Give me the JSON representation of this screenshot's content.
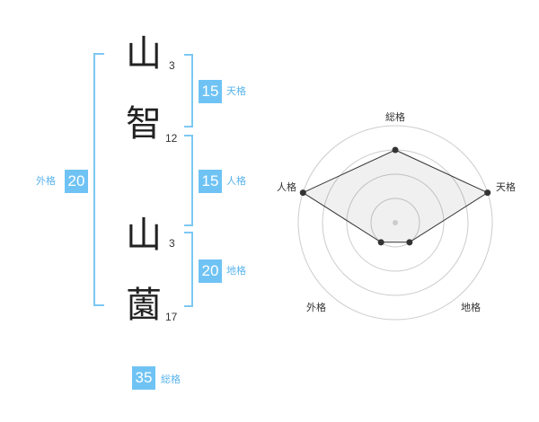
{
  "name": {
    "chars": [
      {
        "char": "山",
        "strokes": "3"
      },
      {
        "char": "智",
        "strokes": "12"
      },
      {
        "char": "山",
        "strokes": "3"
      },
      {
        "char": "薗",
        "strokes": "17"
      }
    ]
  },
  "fortunes": {
    "tenkaku": {
      "value": "15",
      "label": "天格"
    },
    "jinkaku": {
      "value": "15",
      "label": "人格"
    },
    "chikaku": {
      "value": "20",
      "label": "地格"
    },
    "gaikaku": {
      "value": "20",
      "label": "外格"
    },
    "soukaku": {
      "value": "35",
      "label": "総格"
    }
  },
  "colors": {
    "accent": "#6fc3f4",
    "accent_text": "#5ab4ec",
    "bracket": "#7cc8f2"
  },
  "chart_data": {
    "type": "radar",
    "axes": [
      "総格",
      "天格",
      "地格",
      "外格",
      "人格"
    ],
    "values": [
      3,
      4,
      1,
      1,
      4
    ],
    "rings": 4,
    "max": 4
  }
}
